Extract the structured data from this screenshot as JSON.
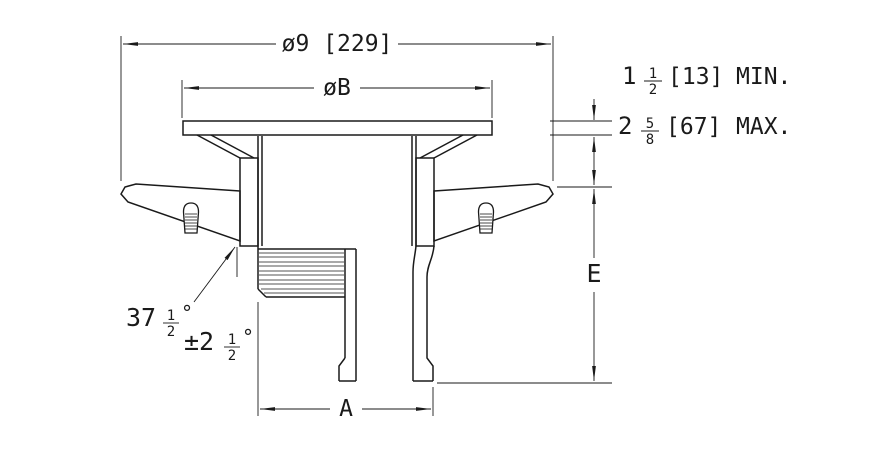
{
  "colors": {
    "line": "#1a1a1a",
    "background": "#ffffff"
  },
  "dims": {
    "overall": {
      "label": "ø9 [229]"
    },
    "grate": {
      "label": "øB"
    },
    "min": {
      "whole": "1",
      "num": "1",
      "den": "2",
      "bracket": "[13]",
      "suffix": "MIN."
    },
    "max": {
      "whole": "2",
      "num": "5",
      "den": "8",
      "bracket": "[67]",
      "suffix": "MAX."
    },
    "height": {
      "label": "E"
    },
    "outlet": {
      "label": "A"
    },
    "angle": {
      "whole": "37",
      "num": "1",
      "den": "2",
      "deg": "°",
      "tol_whole": "±2",
      "tol_num": "1",
      "tol_den": "2",
      "tol_deg": "°"
    }
  }
}
